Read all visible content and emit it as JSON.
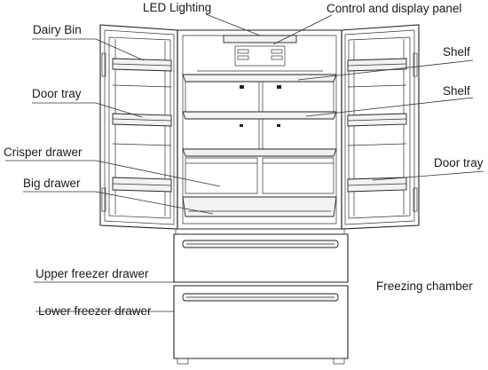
{
  "labels": {
    "led_lighting": "LED Lighting",
    "control_panel": "Control and display panel",
    "dairy_bin": "Dairy Bin",
    "shelf_1": "Shelf",
    "shelf_2": "Shelf",
    "door_tray_left": "Door tray",
    "door_tray_right": "Door tray",
    "crisper_drawer": "Crisper drawer",
    "big_drawer": "Big drawer",
    "upper_freezer_drawer": "Upper freezer drawer",
    "lower_freezer_drawer": "Lower freezer drawer",
    "freezing_chamber": "Freezing chamber"
  }
}
